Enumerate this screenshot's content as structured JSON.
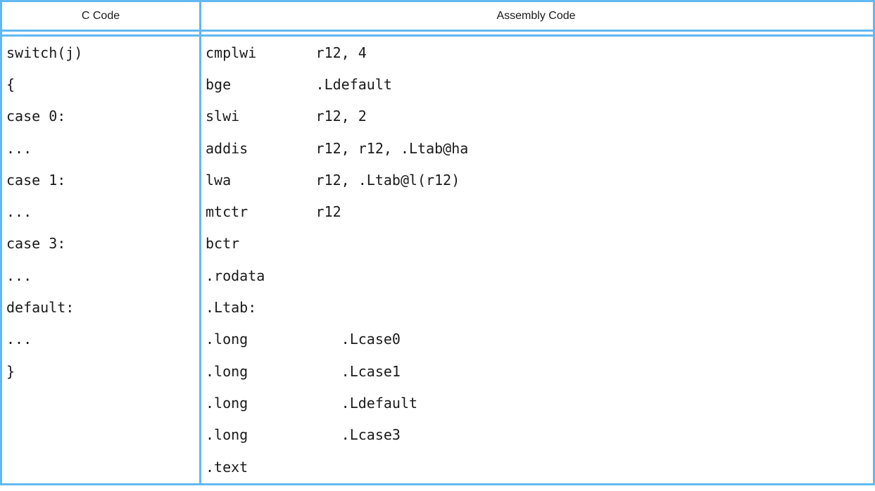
{
  "theme": {
    "accent_color": "#62b8f0",
    "text_color": "#1a1a1a",
    "background_color": "#ffffff"
  },
  "table": {
    "headers": {
      "c": "C Code",
      "assembly": "Assembly Code"
    },
    "c_code_lines": [
      "switch(j)",
      "{",
      "case 0:",
      "...",
      "case 1:",
      "...",
      "case 3:",
      "...",
      "default:",
      "...",
      "}"
    ],
    "assembly_lines": [
      "cmplwi       r12, 4",
      "bge          .Ldefault",
      "slwi         r12, 2",
      "addis        r12, r12, .Ltab@ha",
      "lwa          r12, .Ltab@l(r12)",
      "mtctr        r12",
      "bctr",
      ".rodata",
      ".Ltab:",
      ".long           .Lcase0",
      ".long           .Lcase1",
      ".long           .Ldefault",
      ".long           .Lcase3",
      ".text"
    ]
  }
}
